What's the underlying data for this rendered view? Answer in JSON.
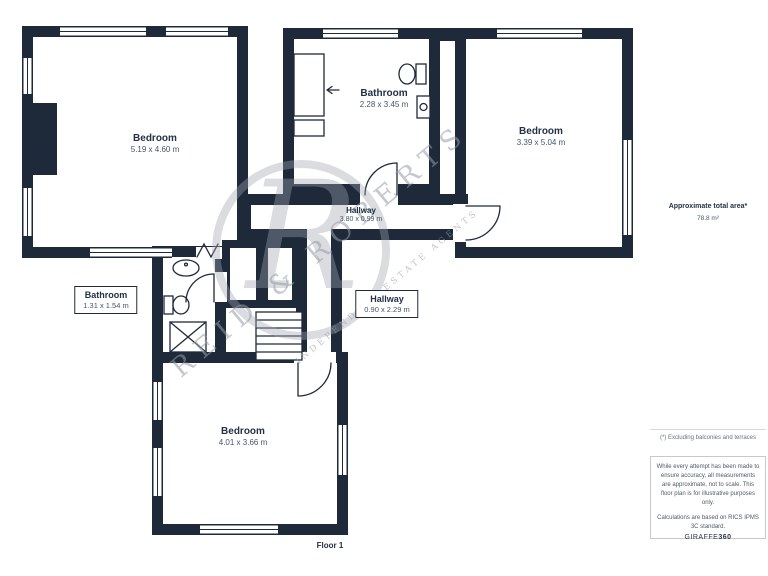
{
  "colors": {
    "wall": "#1e2a3a",
    "text_primary": "#223145",
    "text_secondary": "#44566b",
    "watermark": "#9ea4ae"
  },
  "floorplan": {
    "floor_label": "Floor 1",
    "rooms": [
      {
        "id": "bedroom-top-left",
        "name": "Bedroom",
        "dims": "5.19 x 4.60 m"
      },
      {
        "id": "bathroom-top",
        "name": "Bathroom",
        "dims": "2.28 x 3.45 m"
      },
      {
        "id": "bedroom-top-right",
        "name": "Bedroom",
        "dims": "3.39 x 5.04 m"
      },
      {
        "id": "hallway-main",
        "name": "Hallway",
        "dims": "3.80 x 0.99 m"
      },
      {
        "id": "bathroom-small",
        "name": "Bathroom",
        "dims": "1.31 x 1.54 m"
      },
      {
        "id": "hallway-small",
        "name": "Hallway",
        "dims": "0.90 x 2.29 m"
      },
      {
        "id": "bedroom-bottom",
        "name": "Bedroom",
        "dims": "4.01 x 3.66 m"
      }
    ]
  },
  "watermark": {
    "monogram": "R",
    "brand": "REID & ROBERTS",
    "tagline": "INDEPENDENT ESTATE AGENTS"
  },
  "sidebar": {
    "area_title": "Approximate total area*",
    "area_value": "78.8 m²",
    "footnote": "(*) Excluding balconies and terraces",
    "disclaimer": "While every attempt has been made to ensure accuracy, all measurements are approximate, not to scale. This floor plan is for illustrative purposes only.",
    "standard": "Calculations are based on RICS IPMS 3C standard.",
    "brand_name": "GIRAFFE",
    "brand_number": "360"
  }
}
